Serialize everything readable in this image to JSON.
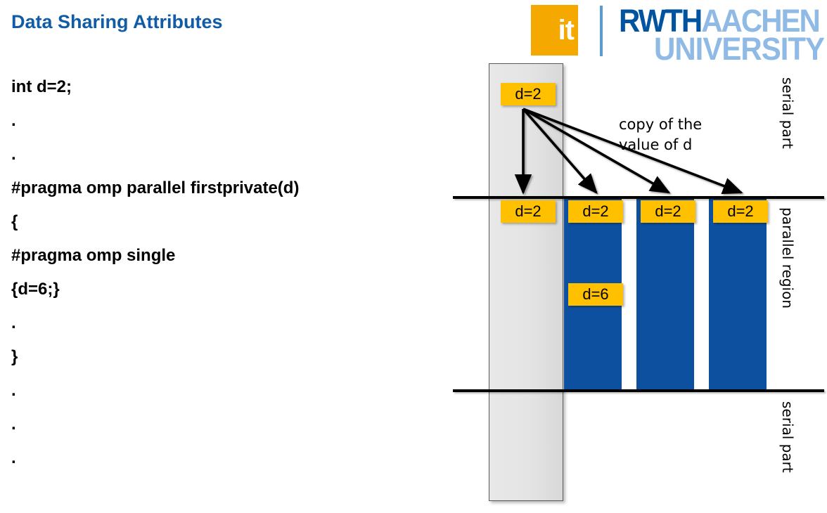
{
  "slide": {
    "title": "Data Sharing Attributes",
    "background": "#ffffff",
    "title_color": "#115CA4"
  },
  "code": {
    "lines": [
      "int d=2;",
      ".",
      ".",
      "#pragma omp parallel firstprivate(d)",
      "{",
      "#pragma omp single",
      "{d=6;}",
      ".",
      "}",
      ".",
      ".",
      "."
    ]
  },
  "logo": {
    "it_mark": "it",
    "rwth": "RWTH",
    "aachen": "AACHEN",
    "university": "UNIVERSITY",
    "orange": "#F5A800",
    "dark_blue": "#00549F",
    "light_blue": "#8EBAE5",
    "divider_blue": "#5B9BD5"
  },
  "diagram": {
    "annotation_line1": "copy of the",
    "annotation_line2": "value of d",
    "labels": {
      "serial_top": "serial part",
      "parallel": "parallel region",
      "serial_bottom": "serial part"
    },
    "colors": {
      "value_box": "#FFC000",
      "thread_column": "#0D50A0",
      "serial_column": "#E4E4E4",
      "line": "#000000"
    },
    "serial_column": {
      "value_before": "d=2",
      "value_in_parallel": "d=2"
    },
    "threads": [
      {
        "entry_value": "d=2",
        "single_value": "d=6"
      },
      {
        "entry_value": "d=2",
        "single_value": ""
      },
      {
        "entry_value": "d=2",
        "single_value": ""
      }
    ],
    "arrow_count": 4
  }
}
